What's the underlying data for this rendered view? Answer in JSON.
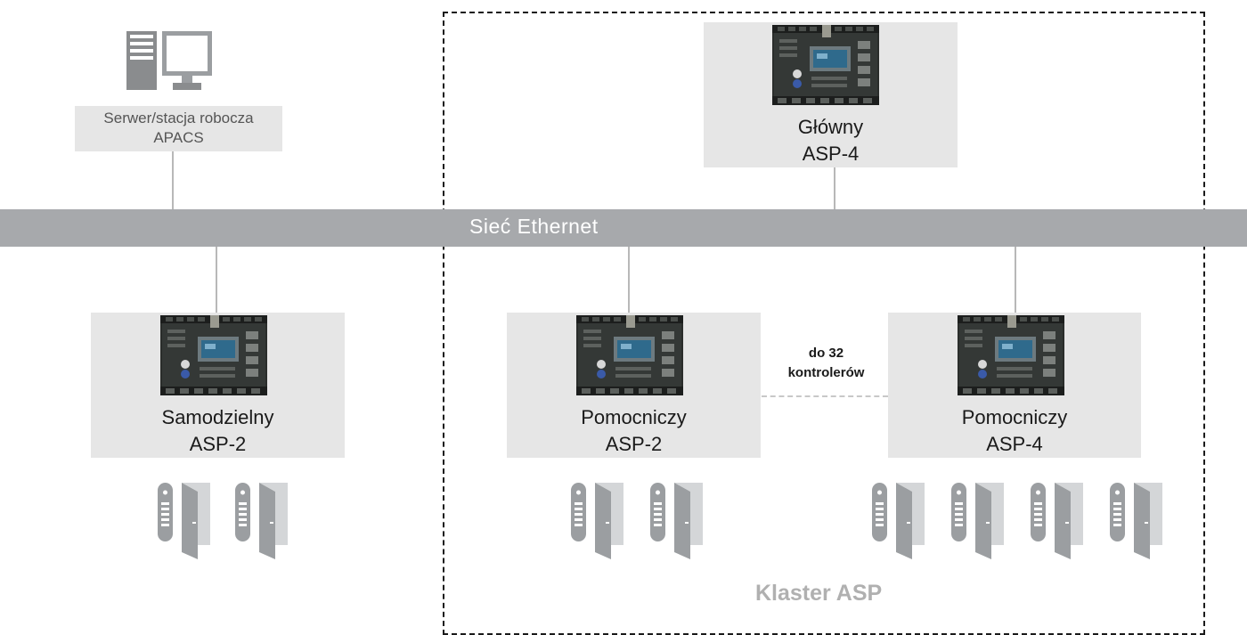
{
  "server": {
    "label_line1": "Serwer/stacja robocza",
    "label_line2": "APACS",
    "icon": "workstation-icon"
  },
  "network": {
    "label": "Sieć Ethernet"
  },
  "cluster": {
    "label": "Klaster ASP"
  },
  "controllers": {
    "main": {
      "line1": "Główny",
      "line2": "ASP-4"
    },
    "standalone": {
      "line1": "Samodzielny",
      "line2": "ASP-2"
    },
    "aux_asp2": {
      "line1": "Pomocniczy",
      "line2": "ASP-2"
    },
    "aux_asp4": {
      "line1": "Pomocniczy",
      "line2": "ASP-4"
    }
  },
  "link": {
    "line1": "do 32",
    "line2": "kontrolerów"
  },
  "doors": {
    "icon": "door-reader-icon",
    "standalone_count": 2,
    "aux_asp2_count": 2,
    "aux_asp4_count": 4
  },
  "colors": {
    "network_bar": "#a7a9ac",
    "box_fill": "#e6e6e6",
    "cluster_label": "#b0b0b0",
    "door": "#9b9ea1"
  }
}
